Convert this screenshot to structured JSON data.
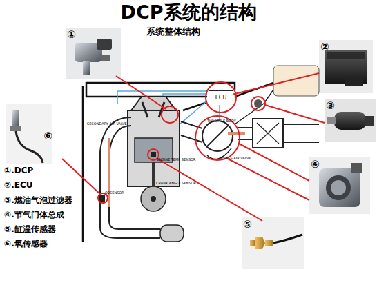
{
  "diagram": {
    "title": "DCP系统的结构",
    "nodes": [
      {
        "text": [
          "①"
        ]
      },
      {
        "text": [
          "②"
        ]
      },
      {
        "text": [
          "③"
        ]
      },
      {
        "text": [
          "④"
        ]
      },
      {
        "text": [
          "⑤"
        ]
      },
      {
        "text": [
          "⑥"
        ]
      },
      {
        "text": [
          "ECU"
        ]
      }
    ],
    "edges": [
      {
        "from": 1,
        "to": 6,
        "arrow": "none"
      }
    ],
    "labels": [
      "系统整体结构",
      "①.DCP",
      "②.ECU",
      "③.燃油气泡过滤器",
      "④.节气门体总成",
      "⑤.缸温传感器",
      "⑥.氧传感器",
      "SECONDARY AIR VALVE",
      "THROTTLE BODY",
      "BYPASS AIR VALVE",
      "ENGINE TEMP SENSOR",
      "CRANK ANGLE SENSOR",
      "O2SENSOR"
    ]
  }
}
